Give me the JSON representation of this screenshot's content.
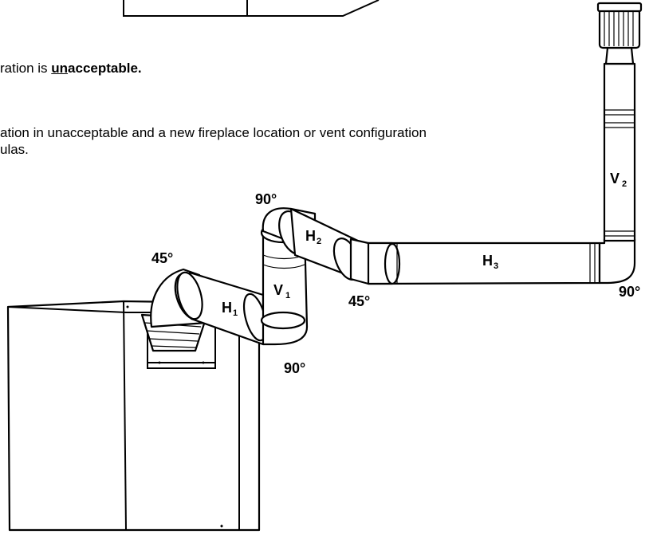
{
  "text": {
    "line1_pre": "ration is ",
    "line1_u": "un",
    "line1_post": "acceptable.",
    "line2": "ation in unacceptable and a new fireplace location or vent configuration",
    "line3": "ulas."
  },
  "labels": {
    "angle_45_left": "45°",
    "angle_90_top": "90°",
    "angle_45_mid": "45°",
    "angle_90_bottom": "90°",
    "angle_90_right": "90°",
    "h1": "H",
    "h1_sub": "1",
    "v1": "V",
    "v1_sub": "1",
    "h2": "H",
    "h2_sub": "2",
    "h3": "H",
    "h3_sub": "3",
    "v2": "V",
    "v2_sub": "2"
  }
}
